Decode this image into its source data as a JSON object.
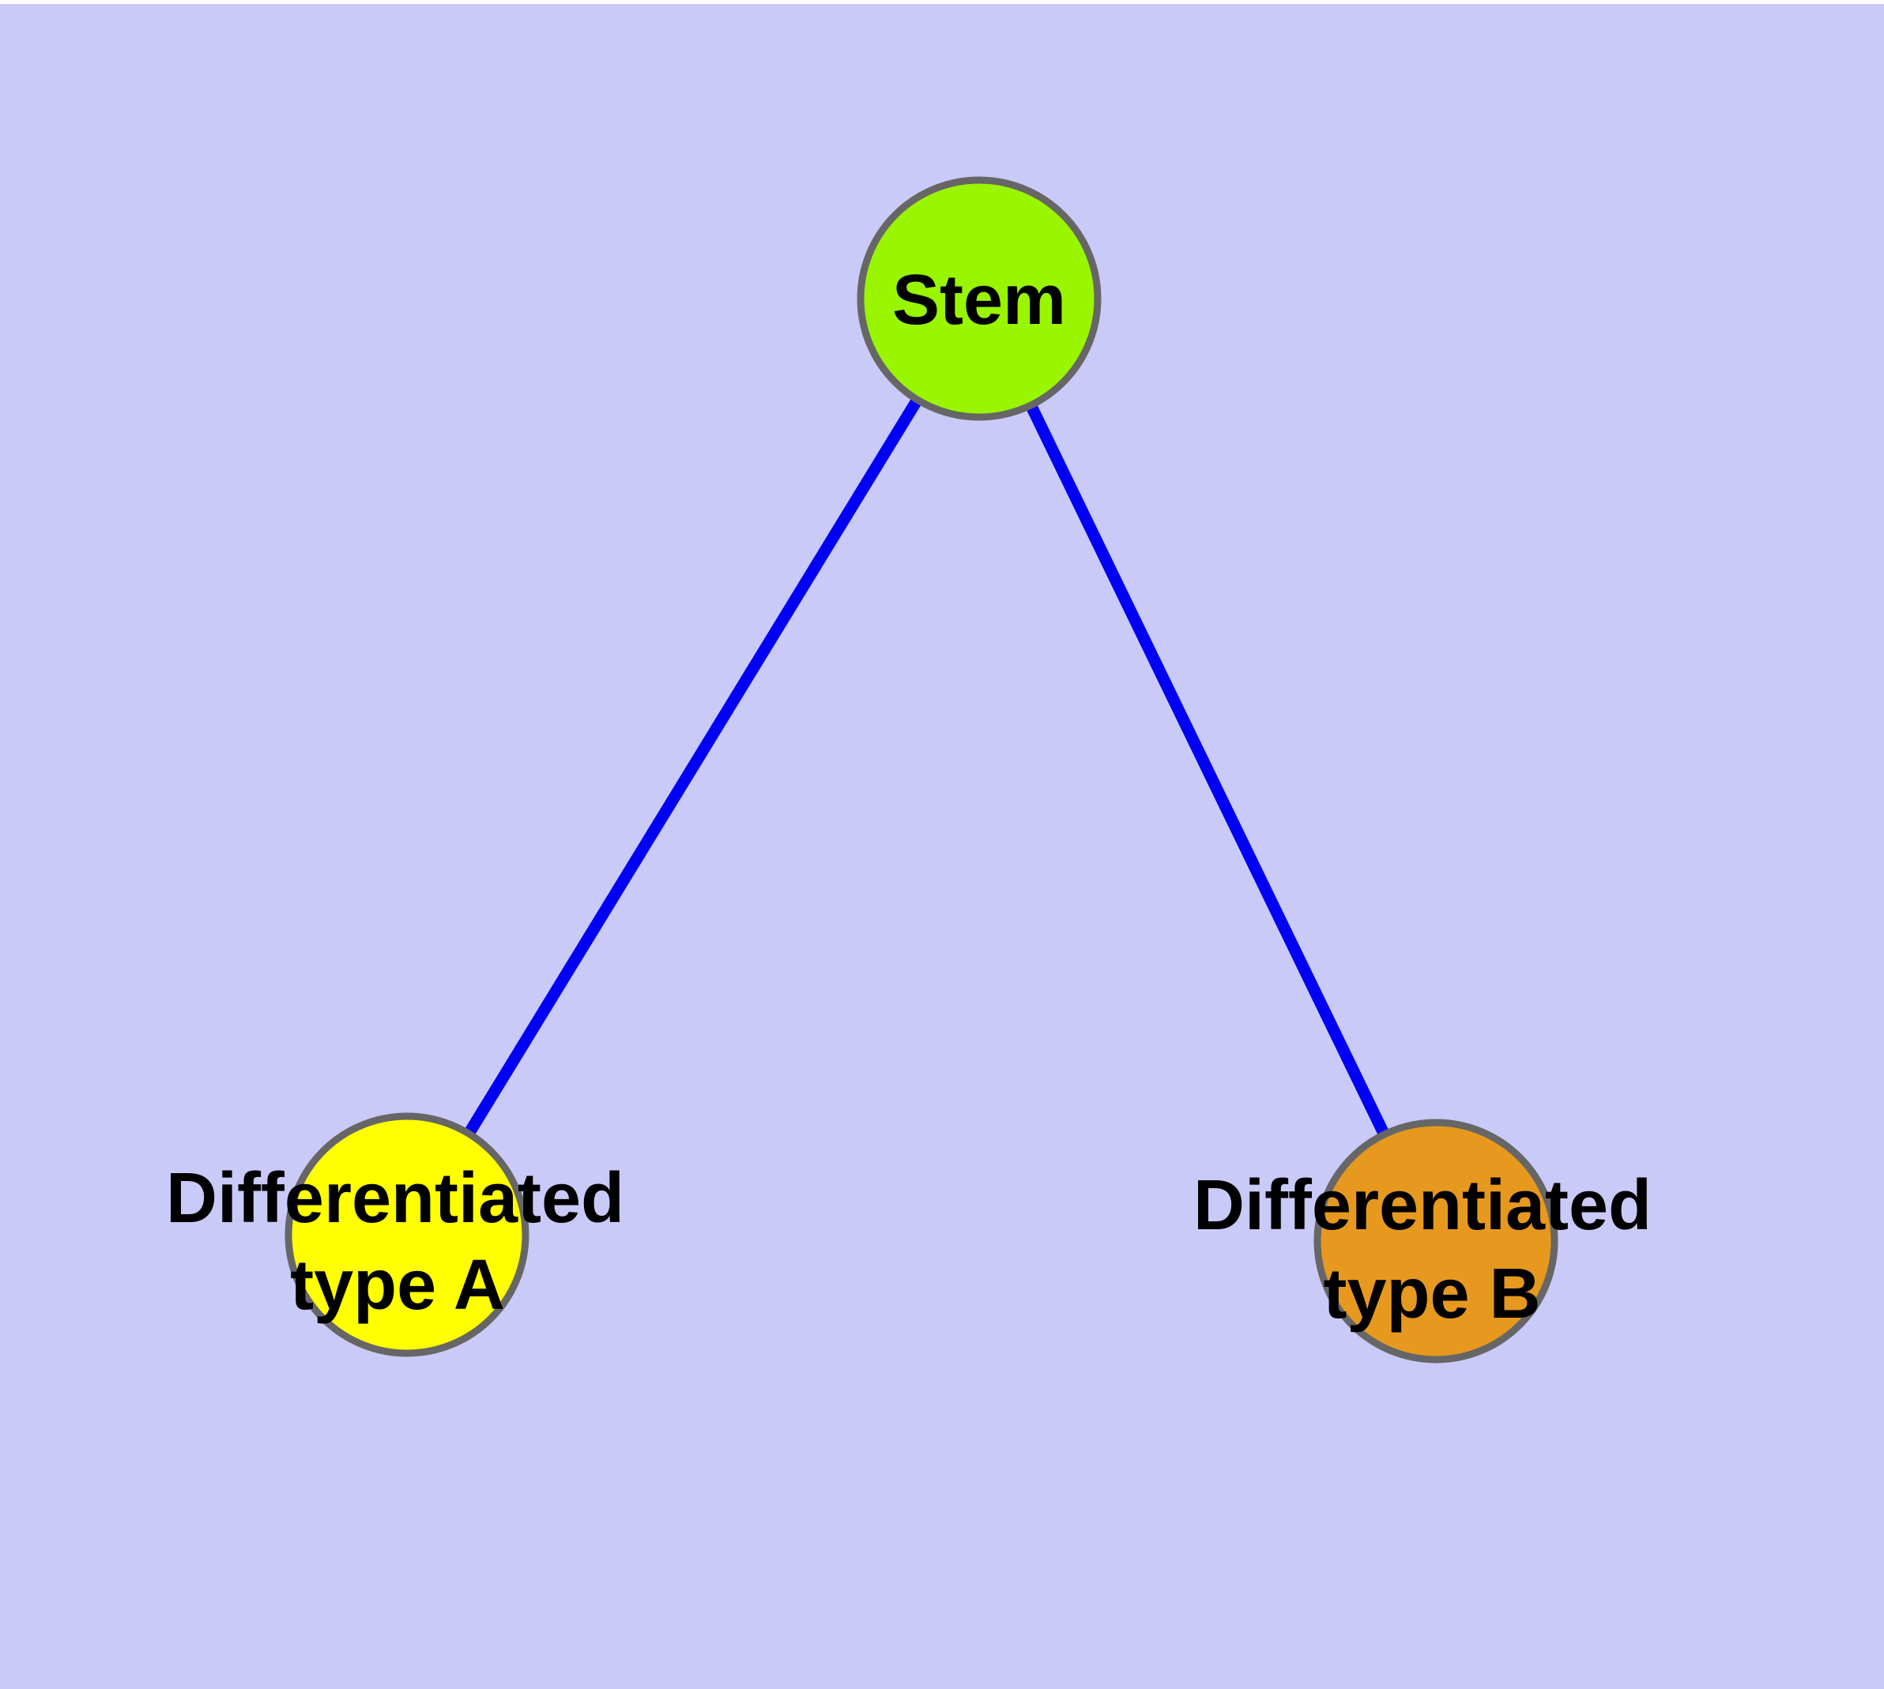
{
  "canvas": {
    "background_color": "#CACAF8",
    "top_strip_color": "#FFFFFF"
  },
  "diagram": {
    "type": "cell-differentiation-tree",
    "edge_color": "#0000F6",
    "node_border_color": "#666666",
    "label_color": "#000000",
    "nodes": [
      {
        "id": "stem",
        "label": "Stem",
        "label_line1": "Stem",
        "label_line2": "",
        "fill": "#99F500"
      },
      {
        "id": "differentiated-a",
        "label": "Differentiated type A",
        "label_line1": "Differentiated",
        "label_line2": "type A",
        "fill": "#FFFF00"
      },
      {
        "id": "differentiated-b",
        "label": "Differentiated type B",
        "label_line1": "Differentiated",
        "label_line2": "type B",
        "fill": "#E6991E"
      }
    ],
    "edges": [
      {
        "from": "stem",
        "to": "differentiated-a"
      },
      {
        "from": "stem",
        "to": "differentiated-b"
      }
    ]
  }
}
